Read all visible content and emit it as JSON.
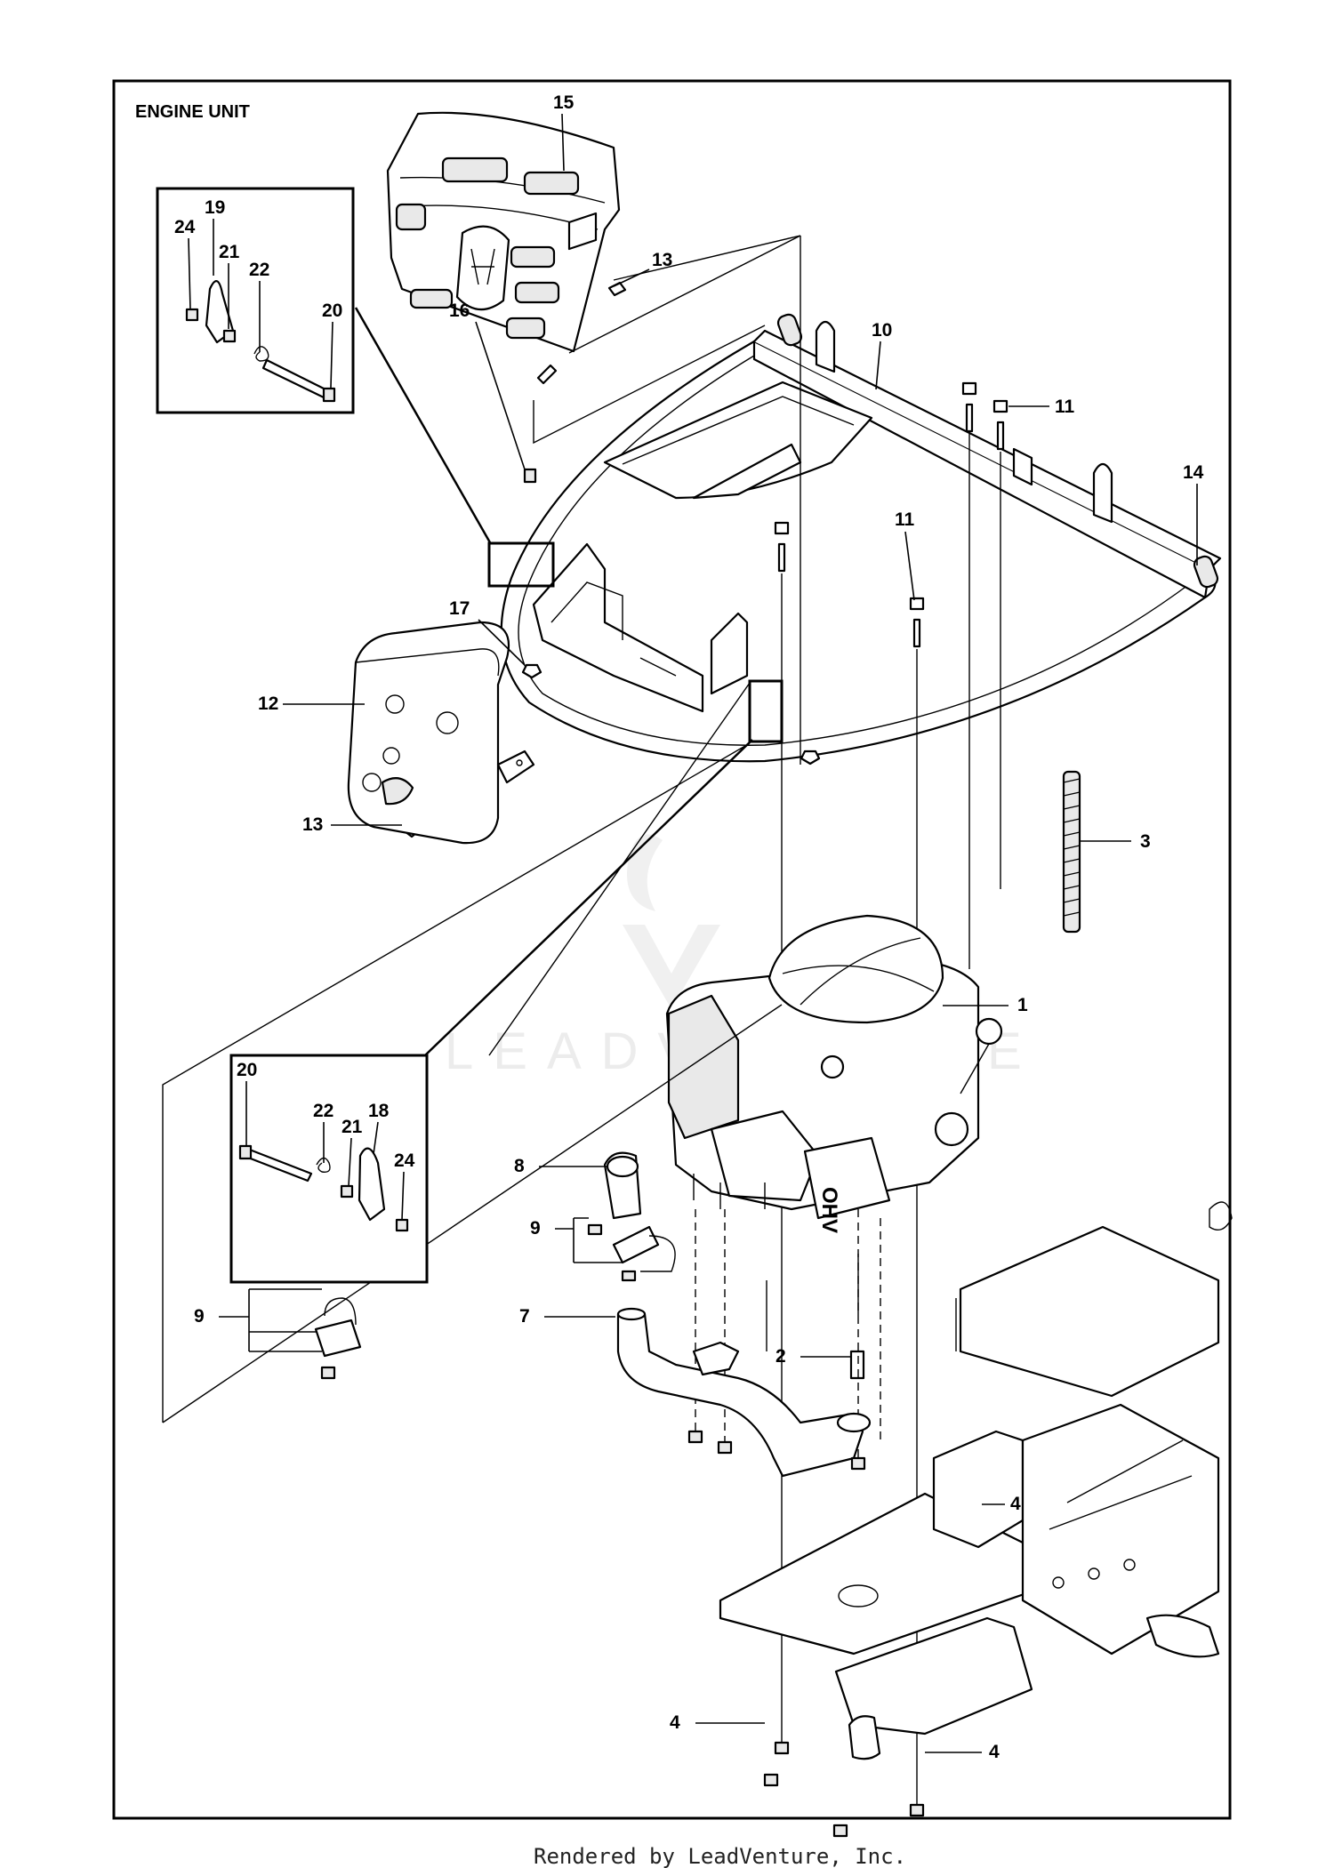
{
  "diagram": {
    "title": "ENGINE UNIT",
    "footer": "Rendered by LeadVenture, Inc.",
    "watermark": "LEADVENTURE",
    "engine_decal": "OHV",
    "callouts": {
      "c1": "1",
      "c2": "2",
      "c3": "3",
      "c4a": "4",
      "c4b": "4",
      "c4c": "4",
      "c7": "7",
      "c8": "8",
      "c9a": "9",
      "c9b": "9",
      "c10": "10",
      "c11a": "11",
      "c11b": "11",
      "c12": "12",
      "c13a": "13",
      "c13b": "13",
      "c14": "14",
      "c15": "15",
      "c16": "16",
      "c17": "17",
      "c18": "18",
      "c19": "19",
      "c20a": "20",
      "c20b": "20",
      "c21a": "21",
      "c21b": "21",
      "c22a": "22",
      "c22b": "22",
      "c24a": "24",
      "c24b": "24"
    }
  }
}
